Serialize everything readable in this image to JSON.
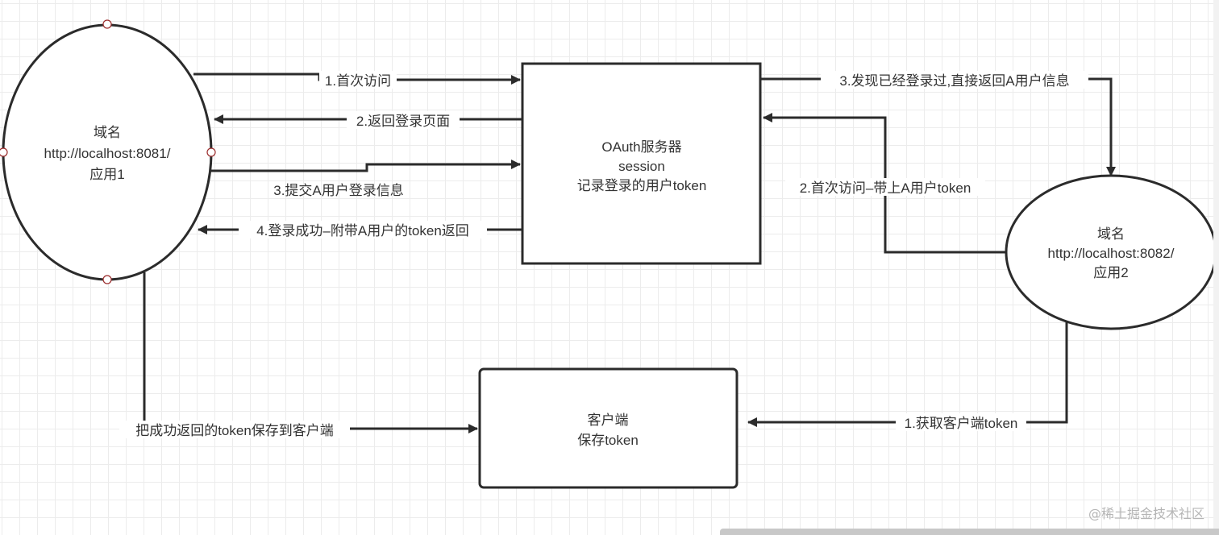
{
  "nodes": {
    "app1": {
      "lines": [
        "域名",
        "http://localhost:8081/",
        "应用1"
      ]
    },
    "oauth": {
      "lines": [
        "OAuth服务器",
        "session",
        "记录登录的用户token"
      ]
    },
    "app2": {
      "lines": [
        "域名",
        "http://localhost:8082/",
        "应用2"
      ]
    },
    "client": {
      "lines": [
        "客户端",
        "保存token"
      ]
    }
  },
  "edges": {
    "first_visit": "1.首次访问",
    "return_login_page": "2.返回登录页面",
    "submit_login": "3.提交A用户登录信息",
    "login_success": "4.登录成功–附带A用户的token返回",
    "found_logged_in": "3.发现已经登录过,直接返回A用户信息",
    "first_visit_with_token": "2.首次访问–带上A用户token",
    "get_client_token": "1.获取客户端token",
    "save_token": "把成功返回的token保存到客户端"
  },
  "watermark": "@稀土掘金技术社区",
  "colors": {
    "stroke": "#2b2b2b",
    "handle": "#9b2c2c",
    "grid": "#ececec"
  }
}
